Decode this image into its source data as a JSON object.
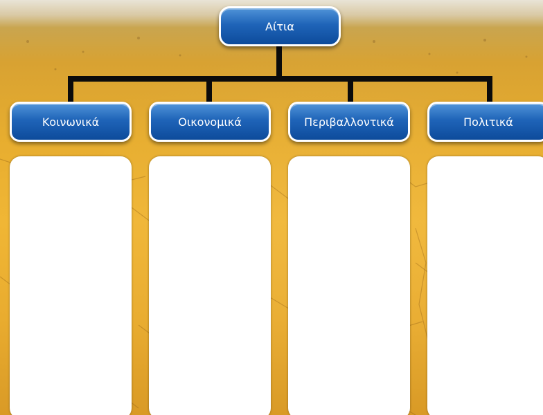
{
  "diagram": {
    "root": {
      "label": "Αίτια"
    },
    "categories": [
      {
        "label": "Κοινωνικά"
      },
      {
        "label": "Οικονομικά"
      },
      {
        "label": "Περιβαλλοντικά"
      },
      {
        "label": "Πολιτικά"
      }
    ],
    "colors": {
      "node_fill": "#1f64b8",
      "node_border": "#ffffff",
      "connector": "#0b0b0b",
      "answer_box": "#ffffff",
      "background": "#e7ad2f"
    }
  }
}
